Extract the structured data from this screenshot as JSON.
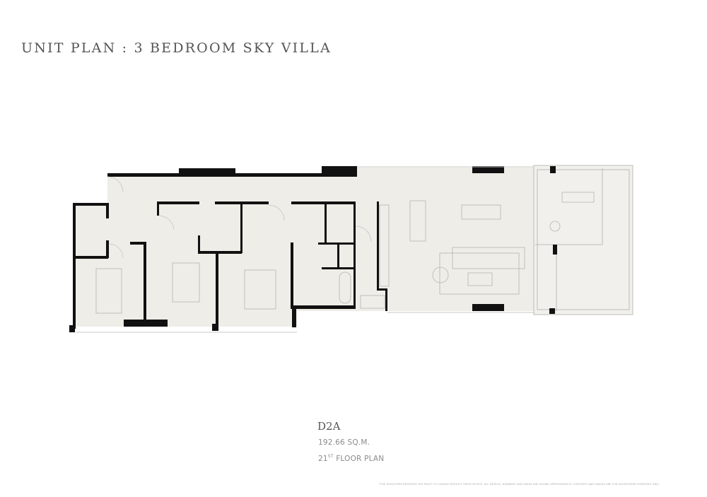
{
  "title": "UNIT PLAN : 3 BEDROOM SKY VILLA",
  "unit": {
    "code": "D2A",
    "area": "192.66 SQ.M.",
    "floor_number": "21",
    "floor_suffix": "ST",
    "floor_label": "FLOOR PLAN"
  },
  "disclaimer": "*THE DEVELOPER RESERVES THE RIGHT TO CHANGE WITHOUT PRIOR NOTICE. ALL DETAILS, NUMBERS AND AREAS ARE SHOWN APPROXIMATELY. CONTENTS AND IMAGES ARE FOR ADVERTISING PURPOSES ONLY.",
  "colors": {
    "floor_fill": "#eeede8",
    "wall": "#111111",
    "furniture": "#b5b5b0",
    "text": "#555555"
  }
}
